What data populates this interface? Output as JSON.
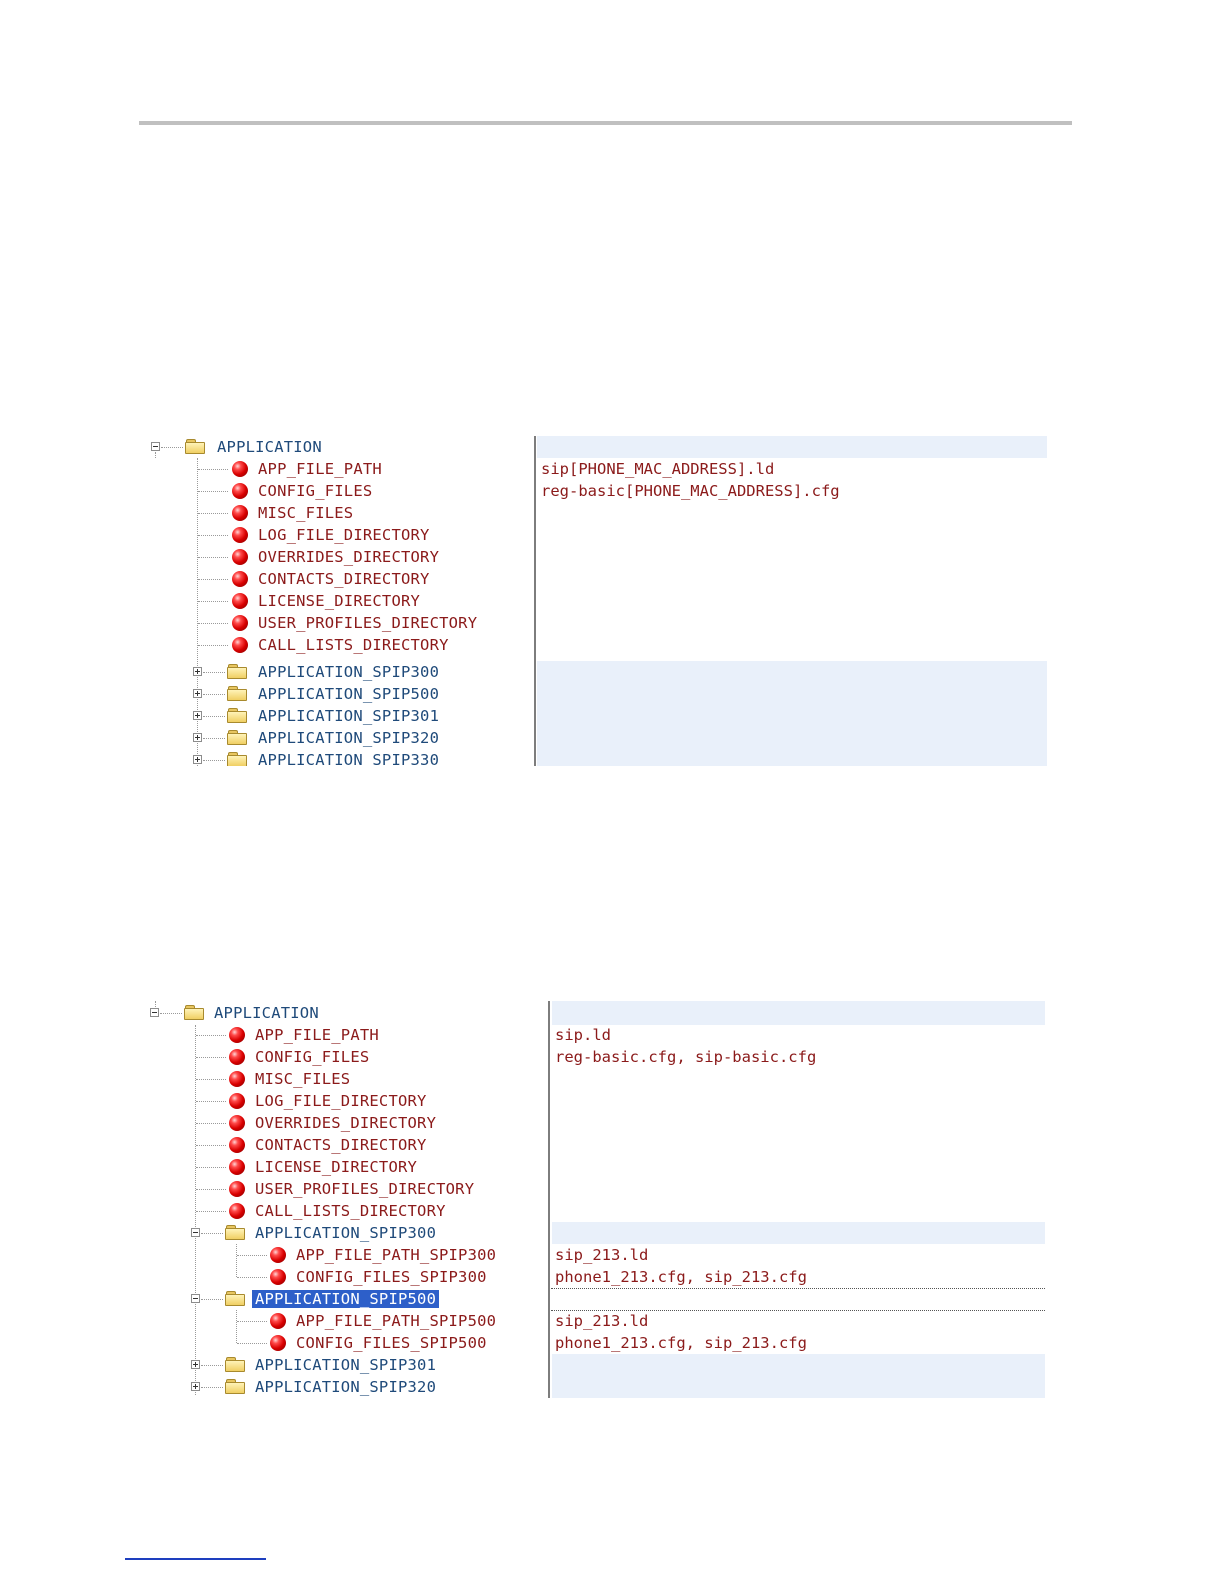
{
  "panel1": {
    "root": {
      "label": "APPLICATION"
    },
    "items": [
      {
        "label": "APP_FILE_PATH",
        "value": "sip[PHONE_MAC_ADDRESS].ld"
      },
      {
        "label": "CONFIG_FILES",
        "value": "reg-basic[PHONE_MAC_ADDRESS].cfg"
      },
      {
        "label": "MISC_FILES",
        "value": ""
      },
      {
        "label": "LOG_FILE_DIRECTORY",
        "value": ""
      },
      {
        "label": "OVERRIDES_DIRECTORY",
        "value": ""
      },
      {
        "label": "CONTACTS_DIRECTORY",
        "value": ""
      },
      {
        "label": "LICENSE_DIRECTORY",
        "value": ""
      },
      {
        "label": "USER_PROFILES_DIRECTORY",
        "value": ""
      },
      {
        "label": "CALL_LISTS_DIRECTORY",
        "value": ""
      }
    ],
    "subfolders": [
      {
        "label": "APPLICATION_SPIP300"
      },
      {
        "label": "APPLICATION_SPIP500"
      },
      {
        "label": "APPLICATION_SPIP301"
      },
      {
        "label": "APPLICATION_SPIP320"
      },
      {
        "label": "APPLICATION_SPIP330"
      }
    ]
  },
  "panel2": {
    "root": {
      "label": "APPLICATION"
    },
    "items": [
      {
        "label": "APP_FILE_PATH",
        "value": "sip.ld"
      },
      {
        "label": "CONFIG_FILES",
        "value": "reg-basic.cfg, sip-basic.cfg"
      },
      {
        "label": "MISC_FILES",
        "value": ""
      },
      {
        "label": "LOG_FILE_DIRECTORY",
        "value": ""
      },
      {
        "label": "OVERRIDES_DIRECTORY",
        "value": ""
      },
      {
        "label": "CONTACTS_DIRECTORY",
        "value": ""
      },
      {
        "label": "LICENSE_DIRECTORY",
        "value": ""
      },
      {
        "label": "USER_PROFILES_DIRECTORY",
        "value": ""
      },
      {
        "label": "CALL_LISTS_DIRECTORY",
        "value": ""
      }
    ],
    "spip300": {
      "label": "APPLICATION_SPIP300",
      "children": [
        {
          "label": "APP_FILE_PATH_SPIP300",
          "value": "sip_213.ld"
        },
        {
          "label": "CONFIG_FILES_SPIP300",
          "value": "phone1_213.cfg, sip_213.cfg"
        }
      ]
    },
    "spip500": {
      "label": "APPLICATION_SPIP500",
      "children": [
        {
          "label": "APP_FILE_PATH_SPIP500",
          "value": "sip_213.ld"
        },
        {
          "label": "CONFIG_FILES_SPIP500",
          "value": "phone1_213.cfg, sip_213.cfg"
        }
      ]
    },
    "subfolders": [
      {
        "label": "APPLICATION_SPIP301"
      },
      {
        "label": "APPLICATION_SPIP320"
      }
    ]
  }
}
